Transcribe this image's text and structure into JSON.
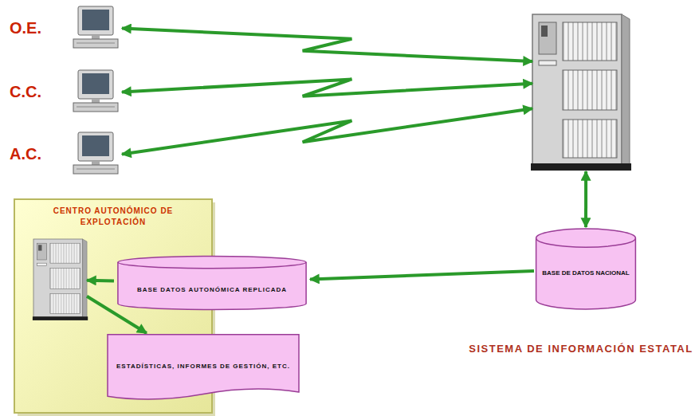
{
  "diagram": {
    "nodes": [
      {
        "text": [
          "O.E."
        ]
      },
      {
        "text": [
          "C.C."
        ]
      },
      {
        "text": [
          "A.C."
        ]
      },
      {
        "text": []
      },
      {
        "text": [
          "CENTRO AUTONÓMICO DE EXPLOTACIÓN"
        ]
      },
      {
        "text": [],
        "in": 4
      },
      {
        "text": [
          "BASE DATOS AUTONÓMICA REPLICADA"
        ],
        "in": 4
      },
      {
        "text": [
          "BASE DE DATOS NACIONAL"
        ]
      },
      {
        "text": [
          "ESTADÍSTICAS, INFORMES DE GESTIÓN, ETC."
        ],
        "in": 4
      }
    ],
    "edges": [
      {
        "from": 0,
        "to": 3,
        "arrow": "both"
      },
      {
        "from": 1,
        "to": 3,
        "arrow": "both"
      },
      {
        "from": 2,
        "to": 3,
        "arrow": "both"
      },
      {
        "from": 3,
        "to": 7,
        "arrow": "both"
      },
      {
        "from": 7,
        "to": 6,
        "arrow": "to"
      },
      {
        "from": 6,
        "to": 5,
        "arrow": "to"
      },
      {
        "from": 5,
        "to": 8,
        "arrow": "to"
      }
    ],
    "labels": [
      "SISTEMA DE INFORMACIÓN ESTATAL"
    ]
  }
}
